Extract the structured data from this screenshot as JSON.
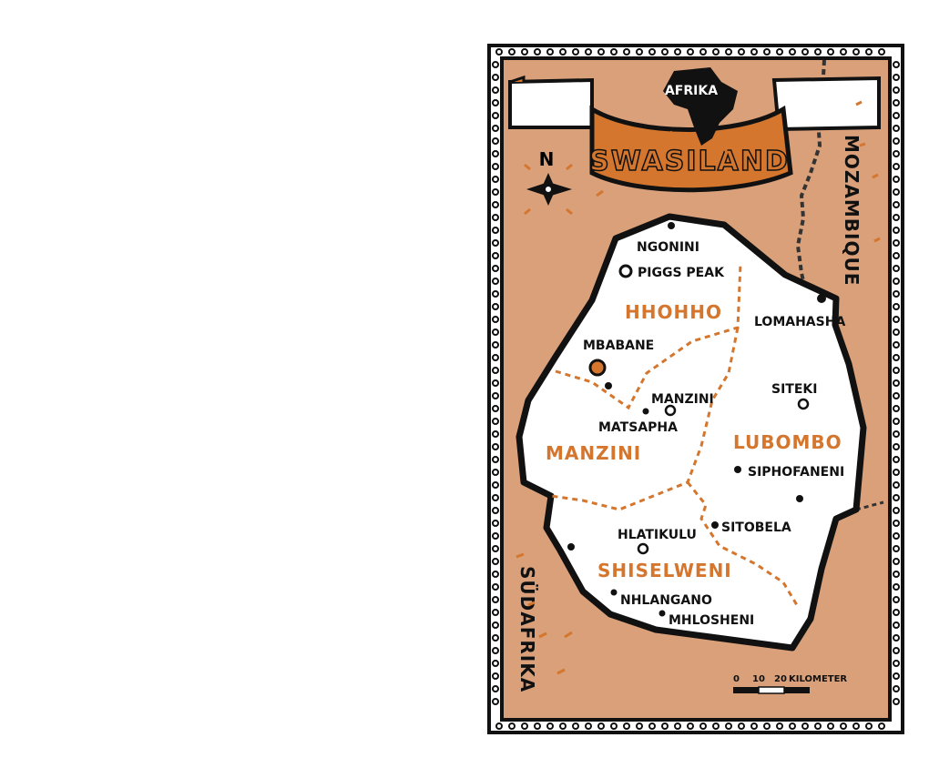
{
  "map": {
    "title": "SWASILAND",
    "continent_label": "AFRIKA",
    "north_label": "N",
    "neighbors": {
      "east": "MOZAMBIQUE",
      "southwest": "SÜDAFRIKA"
    },
    "regions": [
      {
        "name": "HHOHHO"
      },
      {
        "name": "MANZINI"
      },
      {
        "name": "LUBOMBO"
      },
      {
        "name": "SHISELWENI"
      }
    ],
    "cities": [
      {
        "name": "NGONINI"
      },
      {
        "name": "PIGGS PEAK"
      },
      {
        "name": "LOMAHASHA"
      },
      {
        "name": "MBABANE",
        "capital": true
      },
      {
        "name": "MANZINI"
      },
      {
        "name": "MATSAPHA"
      },
      {
        "name": "SITEKI"
      },
      {
        "name": "SIPHOFANENI"
      },
      {
        "name": "SITOBELA"
      },
      {
        "name": "HLATIKULU"
      },
      {
        "name": "NHLANGANO"
      },
      {
        "name": "MHLOSHENI"
      }
    ],
    "scale": {
      "ticks": [
        "0",
        "10",
        "20"
      ],
      "unit": "KILOMETER"
    },
    "colors": {
      "background": "#d9a07a",
      "land": "#ffffff",
      "accent": "#d4762e",
      "outline": "#111111"
    }
  }
}
